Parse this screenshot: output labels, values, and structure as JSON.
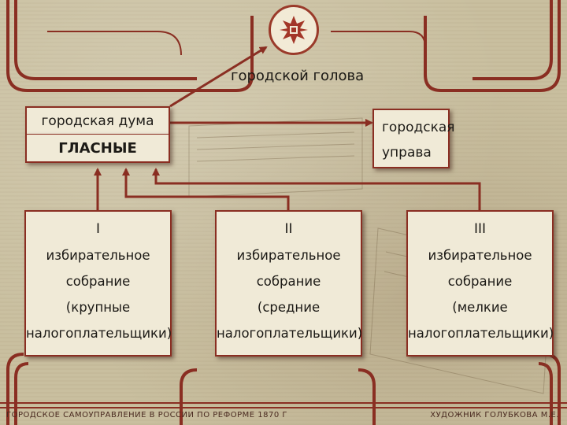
{
  "diagram": {
    "head": "городской голова",
    "duma_title": "городская дума",
    "duma_members": "ГЛАСНЫЕ",
    "uprava_line1": "городская",
    "uprava_line2": "управа",
    "assemblies": [
      {
        "numeral": "I",
        "line1": "избирательное",
        "line2": "собрание",
        "line3": "(крупные",
        "line4": "налогоплательщики)"
      },
      {
        "numeral": "II",
        "line1": "избирательное",
        "line2": "собрание",
        "line3": "(средние",
        "line4": "налогоплательщики)"
      },
      {
        "numeral": "III",
        "line1": "избирательное",
        "line2": "собрание",
        "line3": "(мелкие",
        "line4": "налогоплательщики)"
      }
    ]
  },
  "footer": {
    "left": "ГОРОДСКОЕ САМОУПРАВЛЕНИЕ В РОССИИ ПО РЕФОРМЕ 1870 Г",
    "right": "ХУДОЖНИК ГОЛУБКОВА М.Е."
  },
  "colors": {
    "frame": "#8a2e22",
    "background": "#c9bf9f",
    "box": "#f0ead7"
  }
}
